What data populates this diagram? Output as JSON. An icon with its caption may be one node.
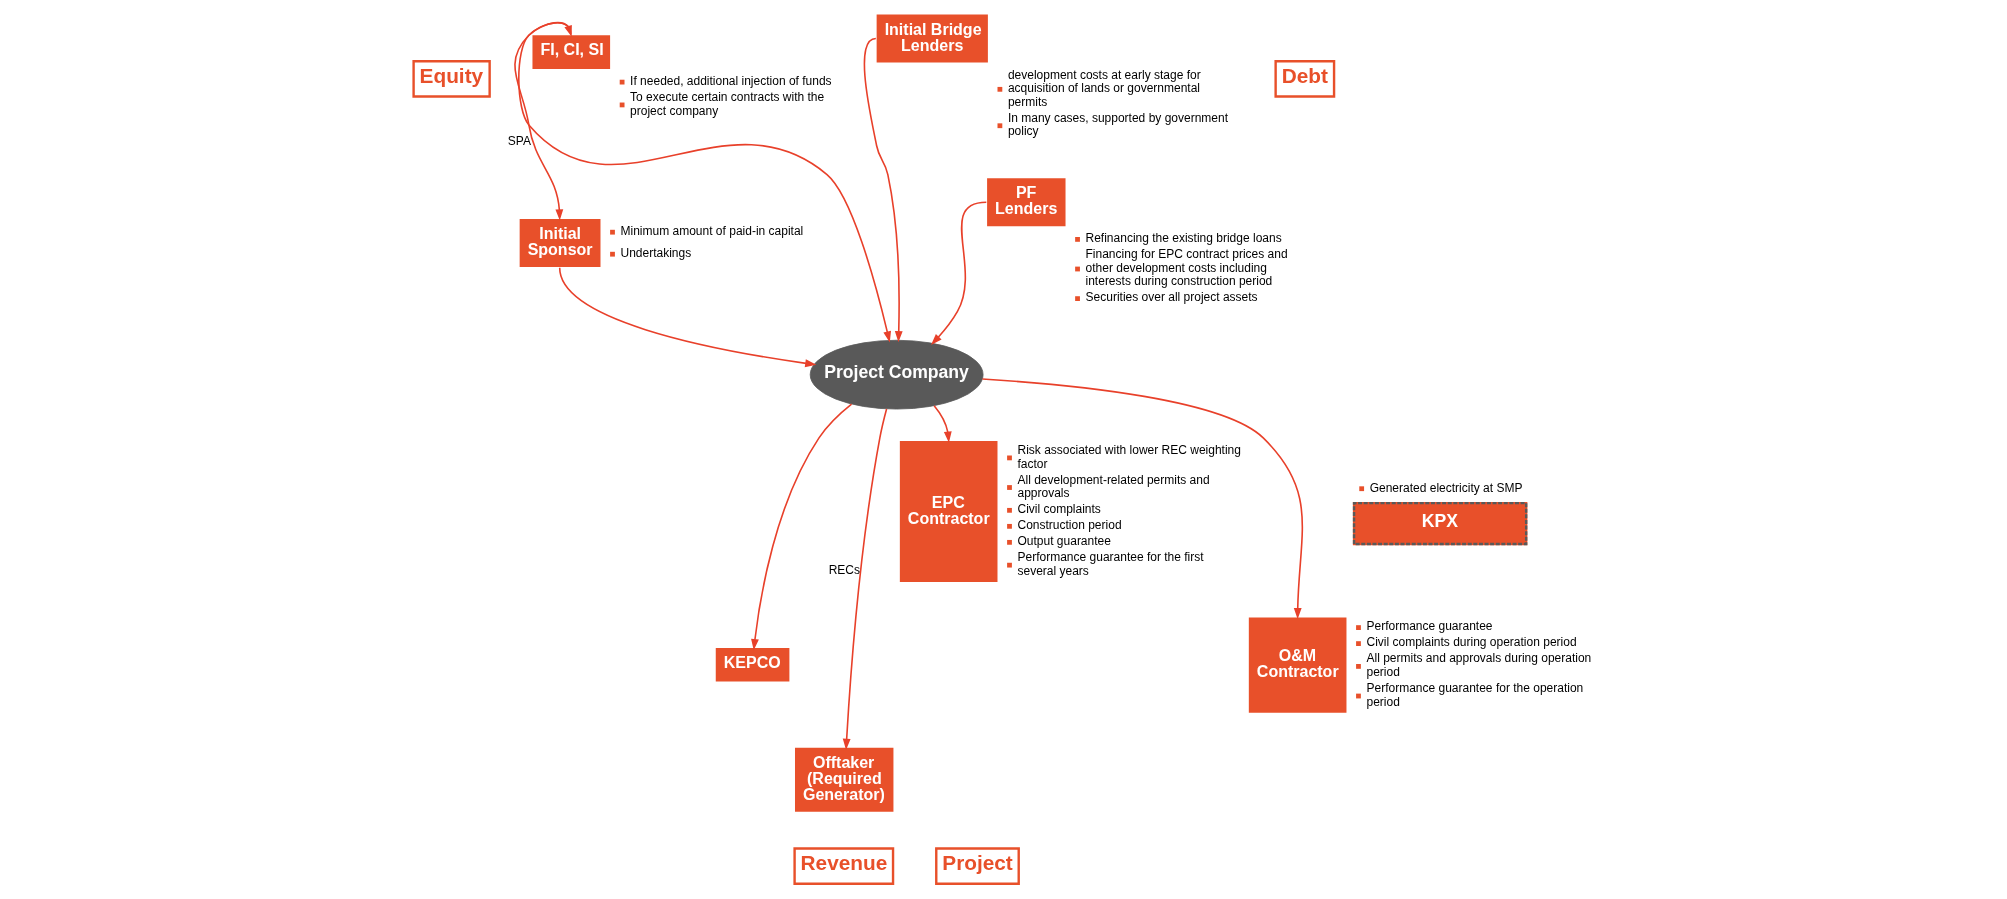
{
  "diagram": {
    "nodes": [
      {
        "text": [
          "Equity"
        ]
      },
      {
        "text": [
          "FI, CI, SI"
        ],
        "beside": [
          "If needed, additional injection of funds",
          "To execute certain contracts with the project company"
        ]
      },
      {
        "text": [
          "Initial Sponsor"
        ],
        "beside": [
          "Minimum amount of paid-in capital",
          "Undertakings"
        ]
      },
      {
        "text": [
          "Initial Bridge Lenders"
        ],
        "beside": [
          "development costs at early stage for acquisition of lands or governmental permits",
          "In many cases, supported by government policy"
        ]
      },
      {
        "text": [
          "Debt"
        ]
      },
      {
        "text": [
          "PF Lenders"
        ],
        "beside": [
          "Refinancing the existing bridge loans",
          "Financing for EPC contract prices and other development costs including interests during construction period",
          "Securities over all project assets"
        ]
      },
      {
        "text": [
          "Project Company"
        ]
      },
      {
        "text": [
          "KPX"
        ],
        "beside": [
          "Generated electricity at SMP"
        ]
      },
      {
        "text": [
          "KEPCO"
        ]
      },
      {
        "text": [
          "Offtaker (Required Generator)"
        ]
      },
      {
        "text": [
          "EPC Contractor"
        ],
        "beside": [
          "Risk associated with lower REC weighting factor",
          "All development-related permits and approvals",
          "Civil complaints",
          "Construction period",
          "Output guarantee",
          "Performance guarantee for the first several years"
        ]
      },
      {
        "text": [
          "O&M Contractor"
        ],
        "beside": [
          "Performance guarantee",
          "Civil complaints during operation period",
          "All permits and approvals during operation period",
          "Performance guarantee for the operation period"
        ]
      },
      {
        "text": [
          "Revenue"
        ]
      },
      {
        "text": [
          "Project"
        ]
      }
    ],
    "edges": [
      {
        "from": 1,
        "to": 2,
        "arrow": "both",
        "label": "SPA"
      },
      {
        "from": 1,
        "to": 6,
        "arrow": "to"
      },
      {
        "from": 2,
        "to": 6,
        "arrow": "to"
      },
      {
        "from": 3,
        "to": 6,
        "arrow": "to"
      },
      {
        "from": 5,
        "to": 6,
        "arrow": "to"
      },
      {
        "from": 6,
        "to": 8,
        "arrow": "to"
      },
      {
        "from": 6,
        "to": 9,
        "arrow": "to",
        "label": "RECs"
      },
      {
        "from": 6,
        "to": 10,
        "arrow": "to"
      },
      {
        "from": 6,
        "to": 11,
        "arrow": "to"
      }
    ]
  }
}
